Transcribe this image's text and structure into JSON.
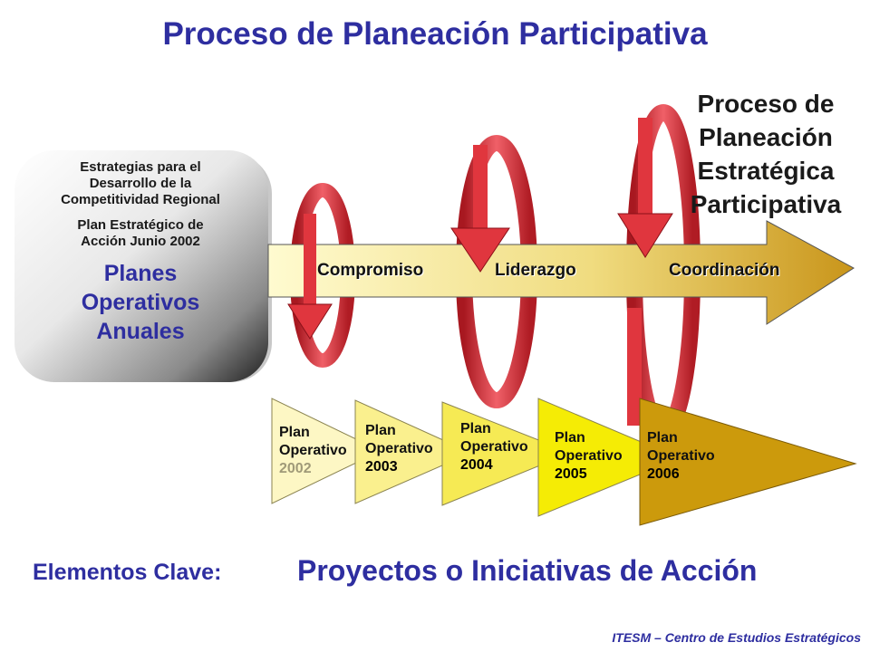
{
  "title": "Proceso de Planeación Participativa",
  "right_title": [
    "Proceso de",
    "Planeación",
    "Estratégica",
    "Participativa"
  ],
  "left_box": {
    "strategy_lines": [
      "Estrategias para el",
      "Desarrollo de la",
      "Competitividad Regional"
    ],
    "plan_lines": [
      "Plan Estratégico de",
      "Acción Junio 2002"
    ],
    "annual_lines": [
      "Planes",
      "Operativos",
      "Anuales"
    ]
  },
  "main_arrow": {
    "labels": [
      "Compromiso",
      "Liderazgo",
      "Coordinación"
    ]
  },
  "plans": [
    {
      "line1": "Plan",
      "line2": "Operativo",
      "year": "2002",
      "fill": "#fdf7c4",
      "year_color": "#a09a78"
    },
    {
      "line1": "Plan",
      "line2": "Operativo",
      "year": "2003",
      "fill": "#faf08e",
      "year_color": "#111111"
    },
    {
      "line1": "Plan",
      "line2": "Operativo",
      "year": "2004",
      "fill": "#f6ea54",
      "year_color": "#111111"
    },
    {
      "line1": "Plan",
      "line2": "Operativo",
      "year": "2005",
      "fill": "#f5ec05",
      "year_color": "#111111"
    },
    {
      "line1": "Plan",
      "line2": "Operativo",
      "year": "2006",
      "fill": "#cc9a0c",
      "year_color": "#111111"
    }
  ],
  "key_label": "Elementos Clave:",
  "key_value": "Proyectos o Iniciativas de Acción",
  "footer": "ITESM – Centro de Estudios Estratégicos",
  "colors": {
    "title": "#2e2ea0",
    "loop_red": "#e0363e",
    "arrow_start": "#fffbd0",
    "arrow_end": "#c9951a"
  }
}
